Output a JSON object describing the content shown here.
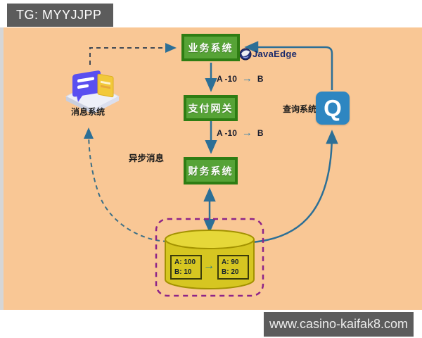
{
  "watermarks": {
    "top_left": "TG: MYYJJPP",
    "bottom_right": "www.casino-kaifak8.com"
  },
  "brand": {
    "name": "JavaEdge"
  },
  "nodes": {
    "business": "业务系统",
    "payment": "支付网关",
    "finance": "财务系统",
    "message": "消息系统",
    "query": "查询系统",
    "query_icon_letter": "Q"
  },
  "transfers": {
    "first": {
      "from": "A -10",
      "arrow": "→",
      "to": "B"
    },
    "second": {
      "from": "A -10",
      "arrow": "→",
      "to": "B"
    }
  },
  "labels": {
    "async_message": "异步消息"
  },
  "database": {
    "before": {
      "line1": "A:  100",
      "line2": "B:  10"
    },
    "arrow": "→",
    "after": {
      "line1": "A:  90",
      "line2": "B:  20"
    }
  },
  "colors": {
    "background": "#f9c795",
    "node_fill": "#56a336",
    "node_border": "#2e7d13",
    "arrow_blue": "#2c6f96",
    "dashed_purple": "#8e2488",
    "cylinder_body": "#d6c621",
    "cylinder_top": "#e6d839",
    "query_blue": "#2e86c1",
    "watermark_bg": "#5c5c5c"
  }
}
